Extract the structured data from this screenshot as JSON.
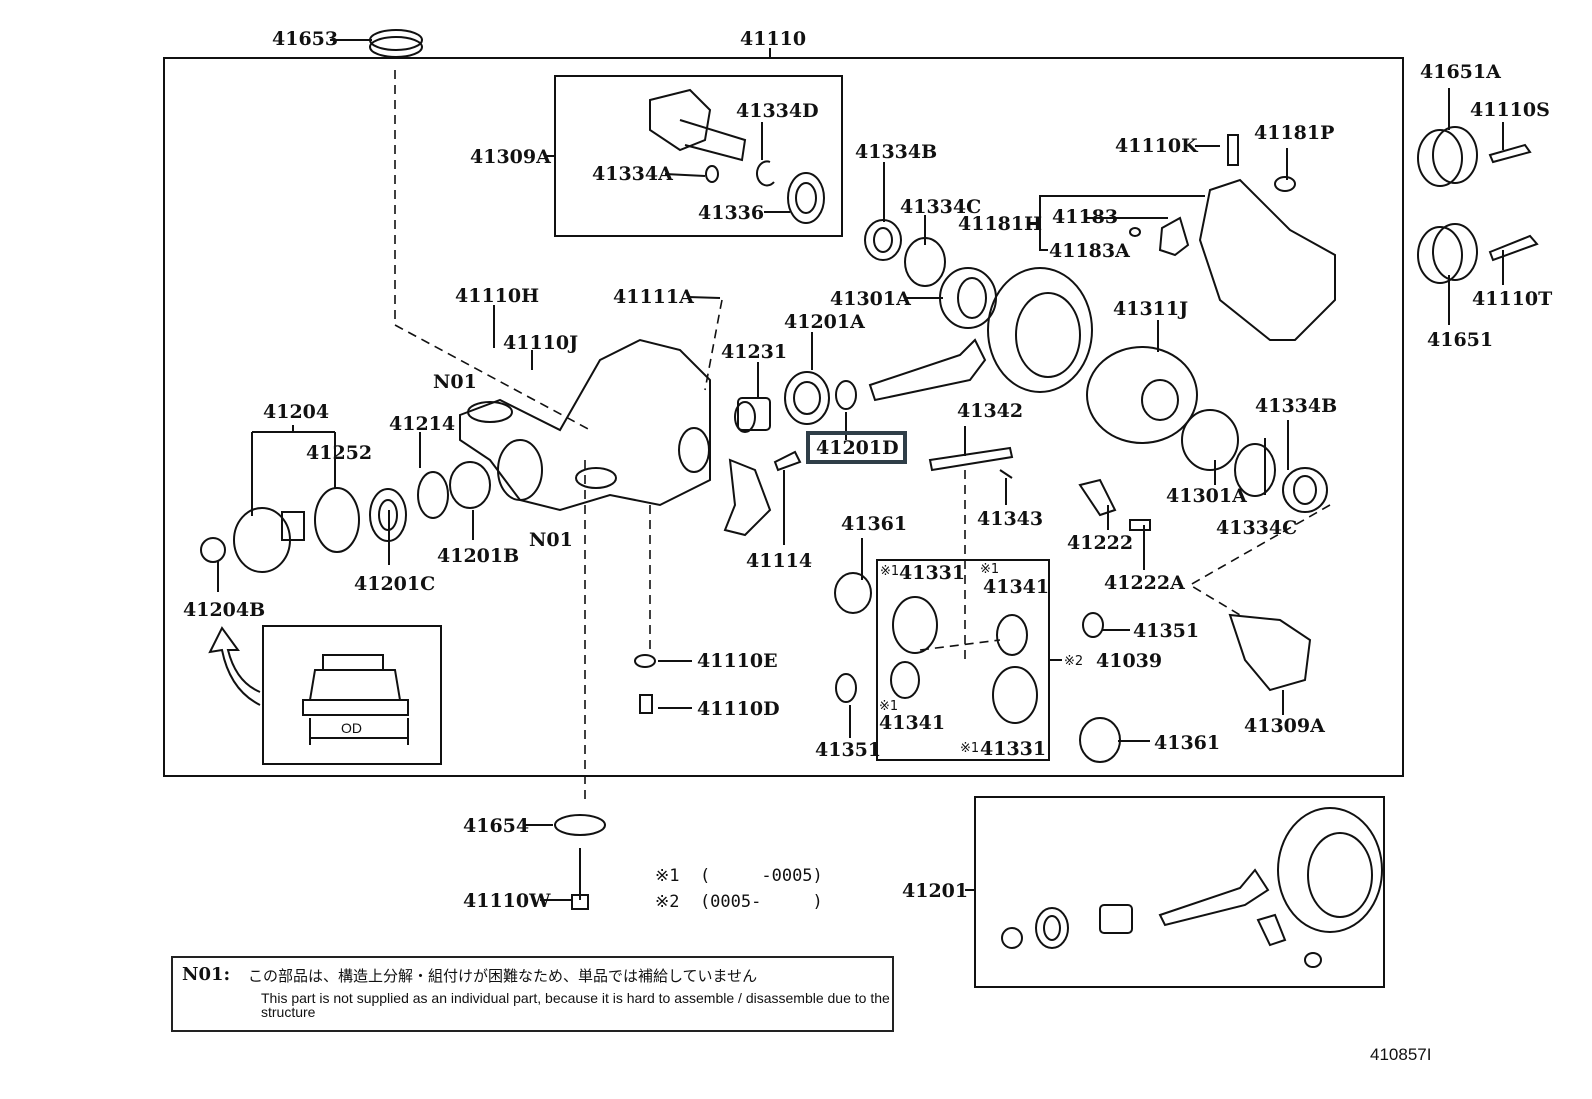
{
  "diagram": {
    "main_assembly": "41110",
    "highlighted_part": "41201D",
    "highlight_color": "#2f3e48",
    "labels": {
      "p41653": "41653",
      "p41110": "41110",
      "p41309A_top": "41309A",
      "p41334D": "41334D",
      "p41334A": "41334A",
      "p41336": "41336",
      "p41334B_top": "41334B",
      "p41334C_top": "41334C",
      "p41181H": "41181H",
      "p41183": "41183",
      "p41183A": "41183A",
      "p41110K": "41110K",
      "p41181P": "41181P",
      "p41651A": "41651A",
      "p41110S": "41110S",
      "p41110T": "41110T",
      "p41651": "41651",
      "p41301A_top": "41301A",
      "p41311J": "41311J",
      "p41110H": "41110H",
      "p41110J": "41110J",
      "p41111A": "41111A",
      "p41231": "41231",
      "p41201A": "41201A",
      "p41201D": "41201D",
      "n01_top": "N01",
      "n01_bottom": "N01",
      "p41204": "41204",
      "p41252": "41252",
      "p41214": "41214",
      "p41201B": "41201B",
      "p41201C": "41201C",
      "p41204B": "41204B",
      "p41114": "41114",
      "p41342": "41342",
      "p41343": "41343",
      "p41361_left": "41361",
      "p41331_top": "41331",
      "p41341_top": "41341",
      "p41341_bottom": "41341",
      "p41331_bottom": "41331",
      "p41351_left": "41351",
      "p41039": "41039",
      "p41351_right": "41351",
      "p41361_right": "41361",
      "p41222": "41222",
      "p41222A": "41222A",
      "p41301A_right": "41301A",
      "p41334C_right": "41334C",
      "p41334B_right": "41334B",
      "p41309A_right": "41309A",
      "p41110E": "41110E",
      "p41110D": "41110D",
      "p41654": "41654",
      "p41110W": "41110W",
      "p41201": "41201"
    },
    "marks": {
      "m1": "※1",
      "m2": "※2"
    },
    "od_label": "OD"
  },
  "legend": {
    "line1": "※1  (     -0005)",
    "line2": "※2  (0005-     )"
  },
  "note": {
    "key": "N01:",
    "japanese": "この部品は、構造上分解・組付けが困難なため、単品では補給していません",
    "english": "This part is not supplied as an individual part, because it is hard to assemble / disassemble due to the structure"
  },
  "document_id": "410857I"
}
